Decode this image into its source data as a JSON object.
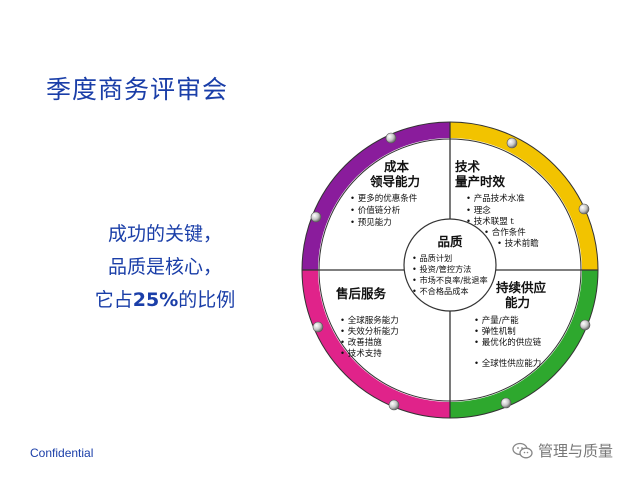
{
  "title": "季度商务评审会",
  "slogan": {
    "line1": "成功的关键，",
    "line2": "品质是核心，",
    "line3_prefix": "它占",
    "line3_percent": "25%",
    "line3_suffix": "的比例"
  },
  "footer": {
    "confidential": "Confidential",
    "brand": "管理与质量"
  },
  "colors": {
    "purple": "#8a1c9c",
    "yellow": "#f2c300",
    "green": "#2ea82e",
    "pink": "#e0238a",
    "title_blue": "#1a3ea8"
  },
  "center": {
    "title": "品质",
    "items": [
      "品质计划",
      "投资/管控方法",
      "市场不良率/批退率",
      "不合格品成本"
    ]
  },
  "quadrants": {
    "top_left": {
      "title_lines": [
        "成本",
        "领导能力"
      ],
      "items": [
        "更多的优惠条件",
        "价值链分析",
        "预见能力"
      ]
    },
    "top_right": {
      "title_lines": [
        "技术",
        "量产时效"
      ],
      "items": [
        "产品技术水准",
        "理念",
        "技术联盟",
        "合作条件",
        "技术前瞻"
      ]
    },
    "bottom_left": {
      "title_lines": [
        "售后服务"
      ],
      "items": [
        "全球服务能力",
        "失效分析能力",
        "改善措施",
        "技术支持"
      ]
    },
    "bottom_right": {
      "title_lines": [
        "持续供应",
        "能力"
      ],
      "items": [
        "产量/产能",
        "弹性机制",
        "最优化的供应链",
        "全球性供应能力"
      ]
    }
  }
}
